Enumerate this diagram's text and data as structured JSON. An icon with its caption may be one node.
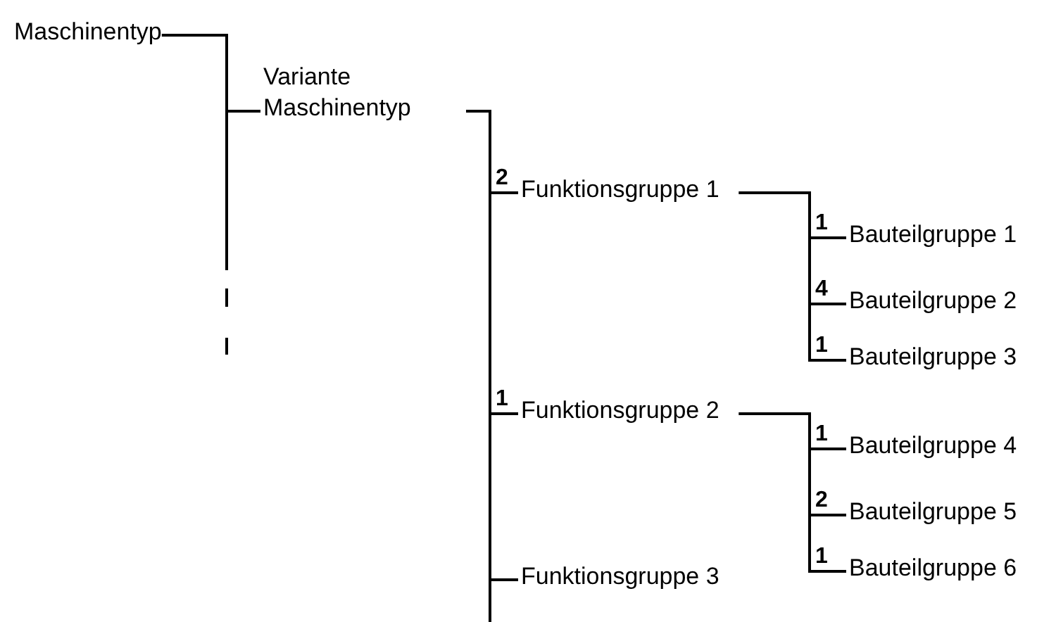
{
  "diagram": {
    "nodes": [
      {
        "text": [
          "Maschinentyp"
        ]
      },
      {
        "text": [
          "Variante Maschinentyp"
        ]
      },
      {
        "text": [
          "Funktionsgruppe 1"
        ]
      },
      {
        "text": [
          "Bauteilgruppe 1"
        ]
      },
      {
        "text": [
          "Bauteilgruppe 2"
        ]
      },
      {
        "text": [
          "Bauteilgruppe 3"
        ]
      },
      {
        "text": [
          "Funktionsgruppe 2"
        ]
      },
      {
        "text": [
          "Bauteilgruppe 4"
        ]
      },
      {
        "text": [
          "Bauteilgruppe 5"
        ]
      },
      {
        "text": [
          "Bauteilgruppe 6"
        ]
      },
      {
        "text": [
          "Funktionsgruppe 3"
        ]
      }
    ],
    "edges": [
      {
        "from": 0,
        "to": 1,
        "arrow": "none"
      },
      {
        "from": 1,
        "to": 2,
        "arrow": "none",
        "label": "2"
      },
      {
        "from": 2,
        "to": 3,
        "arrow": "none",
        "label": "1"
      },
      {
        "from": 2,
        "to": 4,
        "arrow": "none",
        "label": "4"
      },
      {
        "from": 2,
        "to": 5,
        "arrow": "none",
        "label": "1"
      },
      {
        "from": 1,
        "to": 6,
        "arrow": "none",
        "label": "1"
      },
      {
        "from": 6,
        "to": 7,
        "arrow": "none",
        "label": "1"
      },
      {
        "from": 6,
        "to": 8,
        "arrow": "none",
        "label": "2"
      },
      {
        "from": 6,
        "to": 9,
        "arrow": "none",
        "label": "1"
      },
      {
        "from": 1,
        "to": 10,
        "arrow": "none"
      }
    ]
  }
}
